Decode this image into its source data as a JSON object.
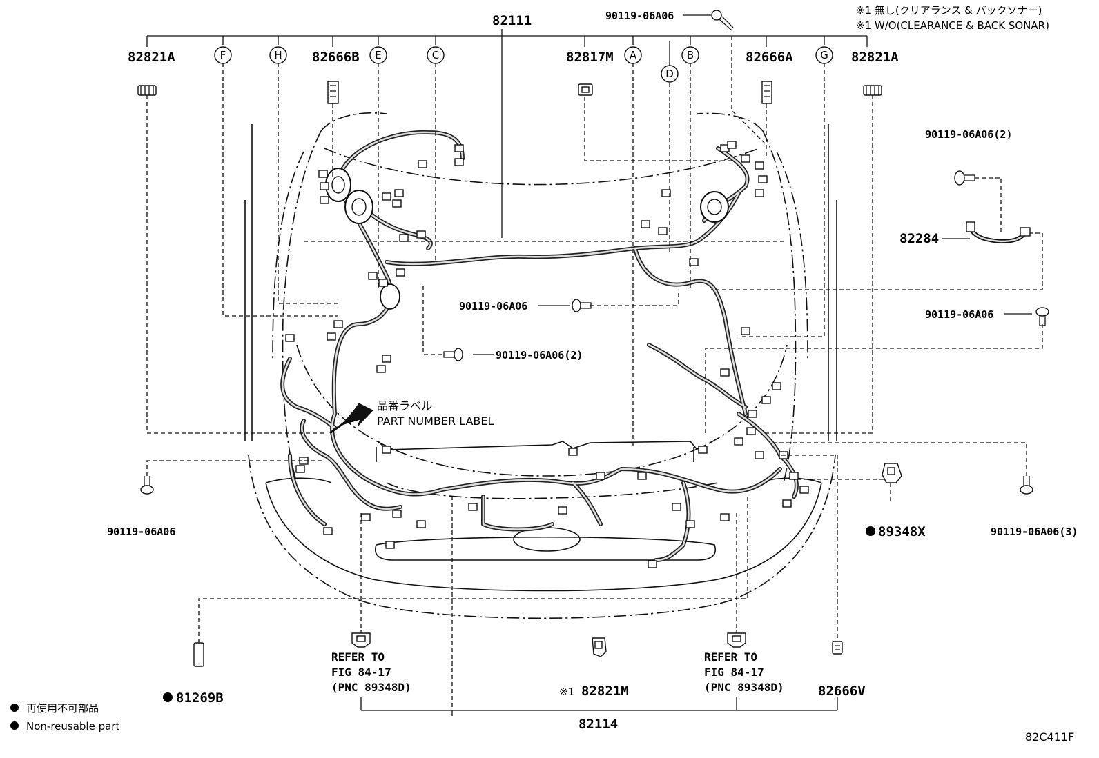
{
  "notes": {
    "note_jp": "※1 無し(クリアランス & バックソナー)",
    "note_en": "※1 W/O(CLEARANCE & BACK SONAR)"
  },
  "part_numbers": {
    "p82111": "82111",
    "p82821A_left": "82821A",
    "p82821A_right": "82821A",
    "p82666B": "82666B",
    "p82817M": "82817M",
    "p82666A": "82666A",
    "p82284": "82284",
    "p89348X": "89348X",
    "p81269B": "81269B",
    "p82821M": "82821M",
    "p82821M_mark": "※1",
    "p82666V": "82666V",
    "p82114": "82114"
  },
  "bolts": {
    "top": "90119-06A06",
    "right_upper_2": "90119-06A06(2)",
    "center_mid": "90119-06A06",
    "center_lower_2": "90119-06A06(2)",
    "right_mid": "90119-06A06",
    "left_lower": "90119-06A06",
    "right_lower_3": "90119-06A06(3)"
  },
  "callouts": [
    "F",
    "H",
    "E",
    "C",
    "A",
    "D",
    "B",
    "G"
  ],
  "label": {
    "jp": "品番ラベル",
    "en": "PART NUMBER LABEL"
  },
  "refer_left": {
    "line1": "REFER TO",
    "line2": "FIG 84-17",
    "line3": "(PNC 89348D)"
  },
  "refer_right": {
    "line1": "REFER TO",
    "line2": "FIG 84-17",
    "line3": "(PNC 89348D)"
  },
  "legend": {
    "jp": "再使用不可部品",
    "en": "Non-reusable part"
  },
  "figure_code": "82C411F"
}
